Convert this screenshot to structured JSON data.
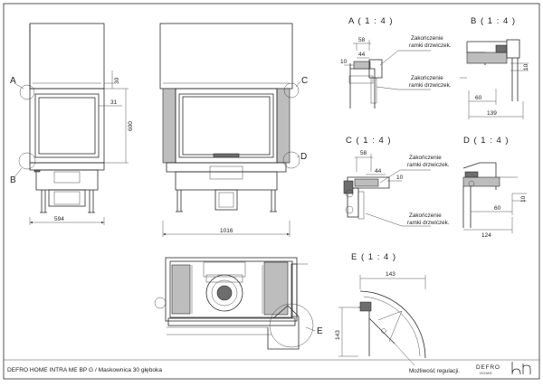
{
  "title_block": {
    "caption": "DEFRO HOME INTRA ME BP G / Maskownica 30 głęboka",
    "logo_text": "DEFRO",
    "logo_sub": "HOME"
  },
  "front_view": {
    "width_dim": "594",
    "height_dim": "600",
    "dim_30": "30",
    "dim_31": "31",
    "marker_a": "A",
    "marker_b": "B"
  },
  "main_view": {
    "width_dim": "1016",
    "marker_c": "C",
    "marker_d": "D"
  },
  "plan_view": {
    "marker_e": "E"
  },
  "details": {
    "a": {
      "title": "A ( 1 : 4 )",
      "dim_58": "58",
      "dim_44": "44",
      "dim_10": "10",
      "note_1": "Zakończenie",
      "note_2": "ramki drzwiczek.",
      "note_3": "Zakończenie",
      "note_4": "ramki drzwiczek."
    },
    "b": {
      "title": "B ( 1 : 4 )",
      "dim_10": "10",
      "dim_60": "60",
      "dim_139": "139"
    },
    "c": {
      "title": "C ( 1 : 4 )",
      "dim_58": "58",
      "dim_44": "44",
      "dim_10": "10",
      "note_1": "Zakończenie",
      "note_2": "ramki drzwiczek.",
      "note_3": "Zakończenie",
      "note_4": "ramki drzwiczek."
    },
    "d": {
      "title": "D ( 1 : 4 )",
      "dim_10": "10",
      "dim_60": "60",
      "dim_124": "124"
    },
    "e": {
      "title": "E ( 1 : 4 )",
      "dim_143_top": "143",
      "dim_143_side": "143",
      "note": "Możliwość regulacji."
    }
  }
}
